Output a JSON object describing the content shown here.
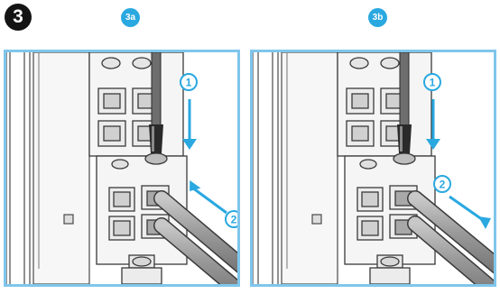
{
  "step": {
    "number": "3"
  },
  "panels": [
    {
      "id": "a",
      "label": "3a",
      "callouts": [
        "1",
        "2"
      ]
    },
    {
      "id": "b",
      "label": "3b",
      "callouts": [
        "1",
        "2"
      ]
    }
  ],
  "colors": {
    "accent": "#2aa8e0",
    "frame": "#7fc6ec",
    "badge": "#141414",
    "wire": "#9a9a9a",
    "outline": "#4a4a4a"
  },
  "icons": {
    "step": "step-number-badge",
    "tool": "screwdriver-icon",
    "wire": "wire-icon"
  }
}
